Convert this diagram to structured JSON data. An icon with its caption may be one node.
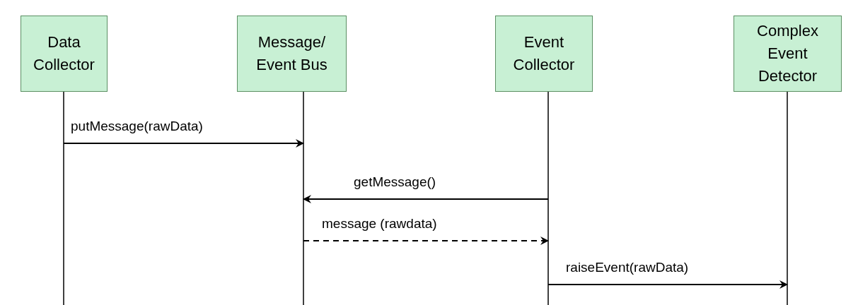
{
  "diagram": {
    "nodes": [
      {
        "text": [
          "Data Collector"
        ]
      },
      {
        "text": [
          "Message/ Event Bus"
        ]
      },
      {
        "text": [
          "Event Collector"
        ]
      },
      {
        "text": [
          "Complex Event Detector"
        ]
      }
    ],
    "edges": [
      {
        "from": 0,
        "to": 1,
        "arrow": "to",
        "label": "putMessage(rawData)"
      },
      {
        "from": 2,
        "to": 1,
        "arrow": "to",
        "label": "getMessage()"
      },
      {
        "from": 1,
        "to": 2,
        "arrow": "to",
        "label": "message (rawdata)",
        "style": "dashed"
      },
      {
        "from": 2,
        "to": 3,
        "arrow": "to",
        "label": "raiseEvent(rawData)"
      }
    ]
  }
}
